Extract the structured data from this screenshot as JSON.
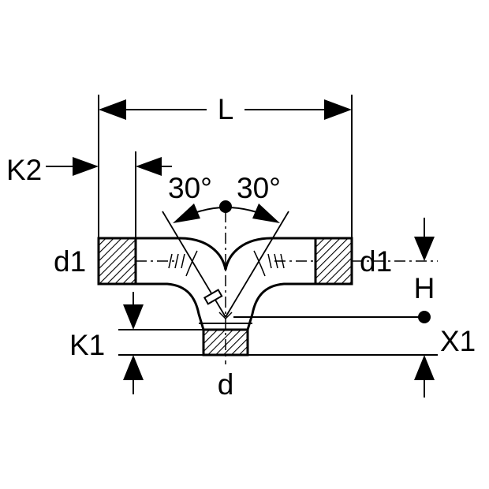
{
  "drawing": {
    "labels": {
      "L": "L",
      "K2": "K2",
      "angle_left": "30°",
      "angle_right": "30°",
      "d1_left": "d1",
      "d1_right": "d1",
      "H": "H",
      "K1": "K1",
      "X1": "X1",
      "d": "d"
    }
  }
}
